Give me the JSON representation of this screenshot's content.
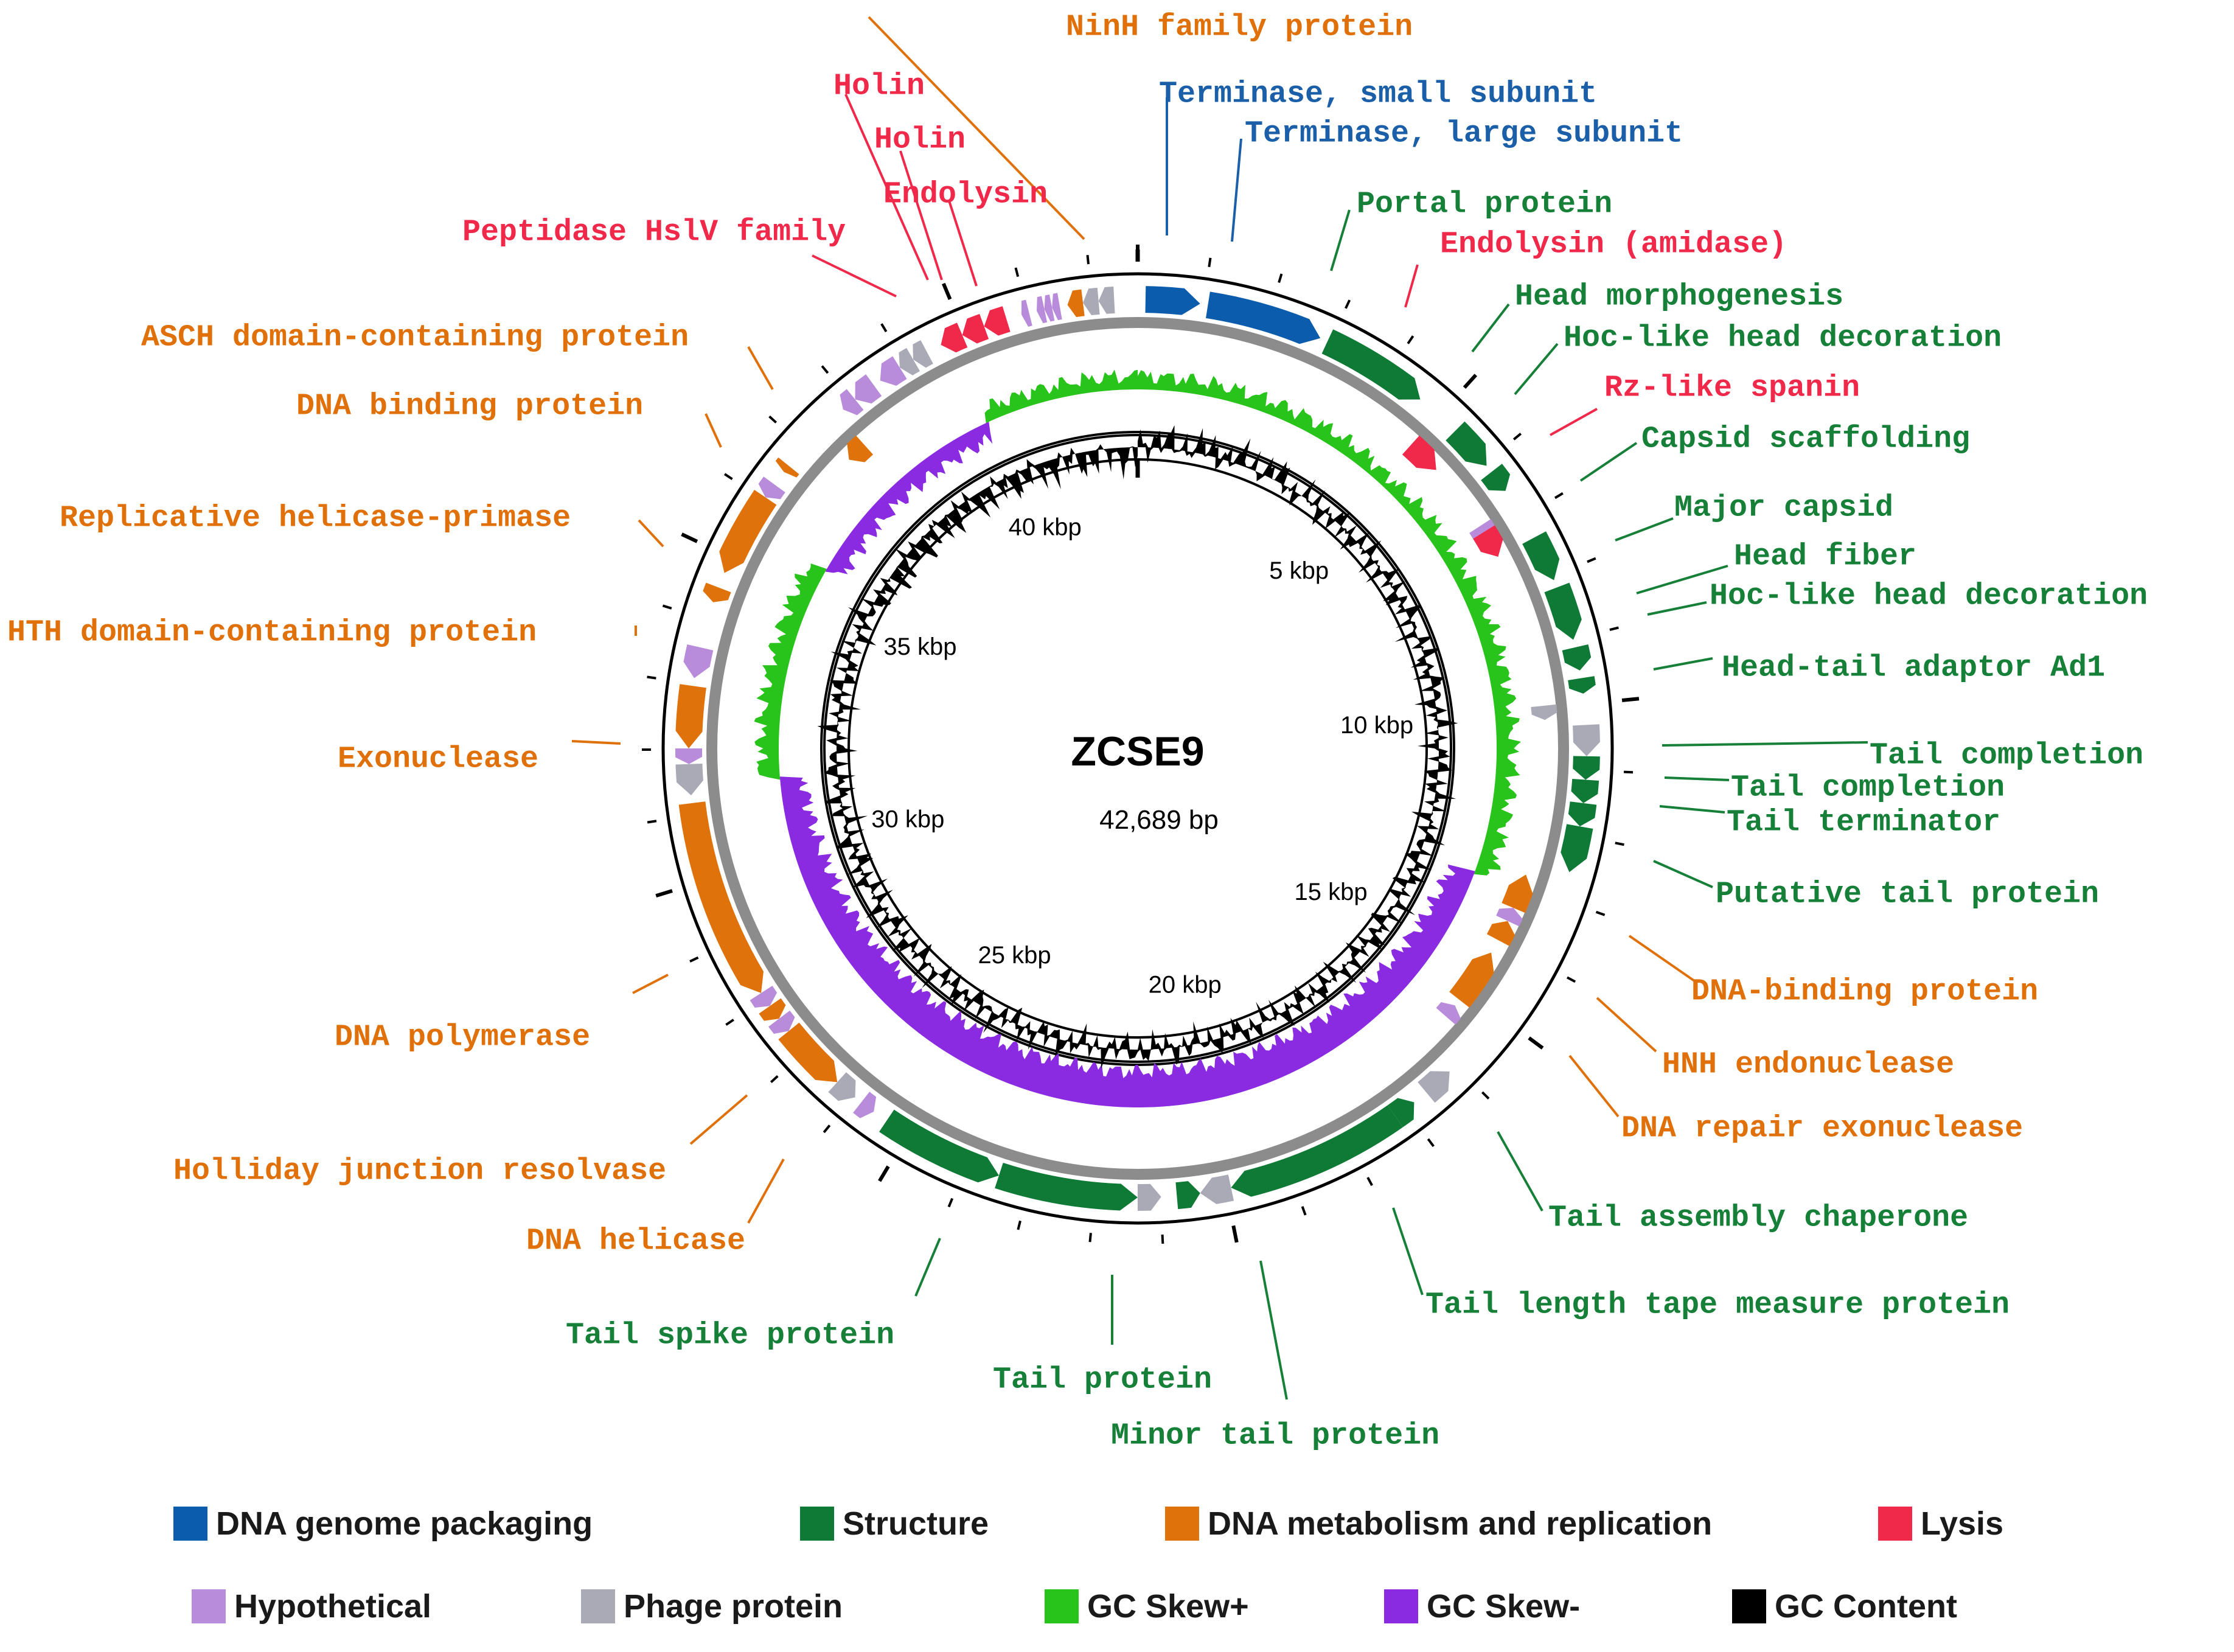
{
  "center": {
    "title": "ZCSE9",
    "size": "42,689 bp"
  },
  "colors": {
    "packaging": "#0B5CAD",
    "structure": "#0E7A35",
    "metabolism": "#E0720B",
    "lysis": "#F0284A",
    "hypothetical": "#B98CDB",
    "phage": "#A9AAB6",
    "skew_plus": "#29C41B",
    "skew_minus": "#8A2BE2",
    "gc": "#000000",
    "label_blue": "#1A5FA8",
    "label_green": "#178038",
    "label_orange": "#E0700A",
    "label_red": "#F0284A"
  },
  "kbp_labels": [
    "5 kbp",
    "10 kbp",
    "15 kbp",
    "20 kbp",
    "25 kbp",
    "30 kbp",
    "35 kbp",
    "40 kbp"
  ],
  "labels": [
    {
      "text": "NinH family protein",
      "color": "orange"
    },
    {
      "text": "Holin",
      "color": "red"
    },
    {
      "text": "Terminase, small subunit",
      "color": "blue"
    },
    {
      "text": "Terminase, large subunit",
      "color": "blue"
    },
    {
      "text": "Holin",
      "color": "red"
    },
    {
      "text": "Endolysin",
      "color": "red"
    },
    {
      "text": "Portal protein",
      "color": "green"
    },
    {
      "text": "Endolysin (amidase)",
      "color": "red"
    },
    {
      "text": "Peptidase HslV family",
      "color": "red"
    },
    {
      "text": "Head morphogenesis",
      "color": "green"
    },
    {
      "text": "ASCH domain-containing protein",
      "color": "orange"
    },
    {
      "text": "Hoc-like head decoration",
      "color": "green"
    },
    {
      "text": "Rz-like spanin",
      "color": "red"
    },
    {
      "text": "DNA binding protein",
      "color": "orange"
    },
    {
      "text": "Capsid scaffolding",
      "color": "green"
    },
    {
      "text": "Major capsid",
      "color": "green"
    },
    {
      "text": "Replicative helicase-primase",
      "color": "orange"
    },
    {
      "text": "Head fiber",
      "color": "green"
    },
    {
      "text": "Hoc-like head decoration",
      "color": "green"
    },
    {
      "text": "HTH domain-containing protein",
      "color": "orange"
    },
    {
      "text": "Head-tail adaptor Ad1",
      "color": "green"
    },
    {
      "text": "Tail completion",
      "color": "green"
    },
    {
      "text": "Exonuclease",
      "color": "orange"
    },
    {
      "text": "Tail completion",
      "color": "green"
    },
    {
      "text": "Tail terminator",
      "color": "green"
    },
    {
      "text": "Putative tail protein",
      "color": "green"
    },
    {
      "text": "DNA-binding protein",
      "color": "orange"
    },
    {
      "text": "DNA polymerase",
      "color": "orange"
    },
    {
      "text": "HNH endonuclease",
      "color": "orange"
    },
    {
      "text": "DNA repair exonuclease",
      "color": "orange"
    },
    {
      "text": "Holliday junction resolvase",
      "color": "orange"
    },
    {
      "text": "Tail assembly chaperone",
      "color": "green"
    },
    {
      "text": "DNA helicase",
      "color": "orange"
    },
    {
      "text": "Tail length tape measure protein",
      "color": "green"
    },
    {
      "text": "Tail spike protein",
      "color": "green"
    },
    {
      "text": "Tail protein",
      "color": "green"
    },
    {
      "text": "Minor tail protein",
      "color": "green"
    }
  ],
  "legend": [
    {
      "label": "DNA genome packaging",
      "color": "#0B5CAD"
    },
    {
      "label": "Structure",
      "color": "#0E7A35"
    },
    {
      "label": "DNA metabolism and replication",
      "color": "#E0720B"
    },
    {
      "label": "Lysis",
      "color": "#F0284A"
    },
    {
      "label": "Hypothetical",
      "color": "#B98CDB"
    },
    {
      "label": "Phage protein",
      "color": "#A9AAB6"
    },
    {
      "label": "GC Skew+",
      "color": "#29C41B"
    },
    {
      "label": "GC Skew-",
      "color": "#8A2BE2"
    },
    {
      "label": "GC Content",
      "color": "#000000"
    }
  ]
}
